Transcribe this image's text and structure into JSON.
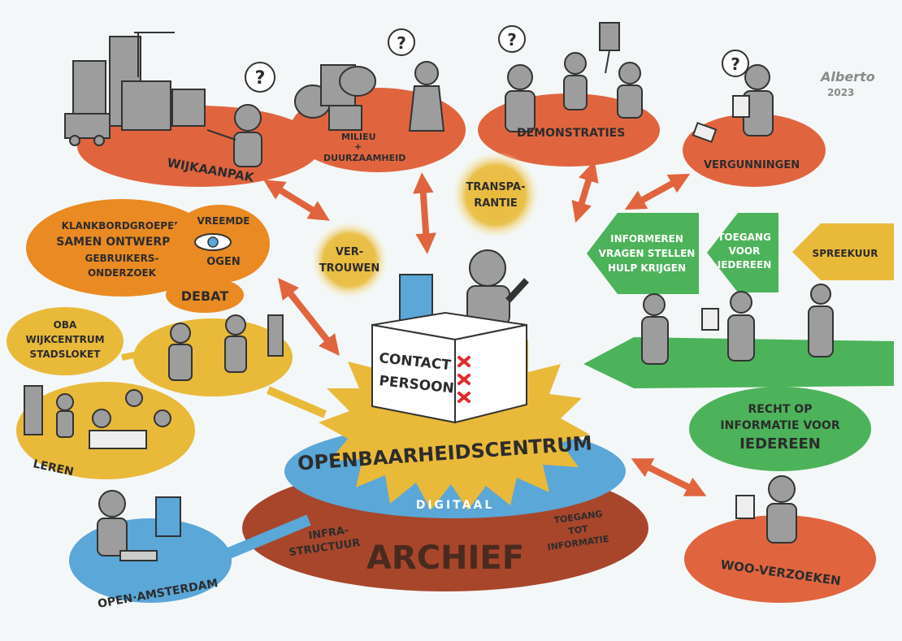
{
  "signature": {
    "name": "Alberto",
    "year": "2023"
  },
  "colors": {
    "red": "#e0653f",
    "orange": "#ea8a23",
    "yellow": "#e9b93a",
    "green": "#4cb35a",
    "blue": "#5aa7d8",
    "brown": "#a8462b",
    "figure": "#9d9d9d",
    "ink": "#2c2c2c"
  },
  "top_topics": {
    "wijkaanpak": "WIJKAANPAK",
    "milieu_1": "MILIEU",
    "milieu_plus": "+",
    "milieu_2": "DUURZAAMHEID",
    "demonstraties": "DEMONSTRATIES",
    "vergunningen": "VERGUNNINGEN"
  },
  "values": {
    "transparantie_1": "TRANSPA-",
    "transparantie_2": "RANTIE",
    "vertrouwen_1": "VER-",
    "vertrouwen_2": "TROUWEN"
  },
  "participation": {
    "line1": "KLANKBORDGROEPEN",
    "line2": "SAMEN ONTWERPEN",
    "line3": "GEBRUIKERS-",
    "line4": "ONDERZOEK",
    "vreemde_1": "VREEMDE",
    "vreemde_2": "OGEN",
    "debat": "DEBAT"
  },
  "locations": {
    "line1": "OBA",
    "line2": "WIJKCENTRUM",
    "line3": "STADSLOKET",
    "leren": "LEREN"
  },
  "access_arrows": {
    "informeren_1": "INFORMEREN",
    "informeren_2": "VRAGEN STELLEN",
    "informeren_3": "HULP KRIJGEN",
    "toegang_1": "TOEGANG",
    "toegang_2": "VOOR",
    "toegang_3": "IEDEREEN",
    "spreekuur": "SPREEKUUR"
  },
  "center": {
    "desk_1": "CONTACT",
    "desk_2": "PERSOON",
    "openbaarheidscentrum": "OPENBAARHEIDSCENTRUM",
    "digitaal": "DIGITAAL",
    "infra_1": "INFRA-",
    "infra_2": "STRUCTUUR",
    "archief": "ARCHIEF",
    "toegang_1": "TOEGANG",
    "toegang_2": "TOT",
    "toegang_3": "INFORMATIE"
  },
  "bottom": {
    "open_amsterdam": "OPEN·AMSTERDAM",
    "recht_1": "RECHT OP",
    "recht_2": "INFORMATIE VOOR",
    "recht_3": "IEDEREEN",
    "woo": "WOO-VERZOEKEN"
  },
  "question_mark": "?"
}
